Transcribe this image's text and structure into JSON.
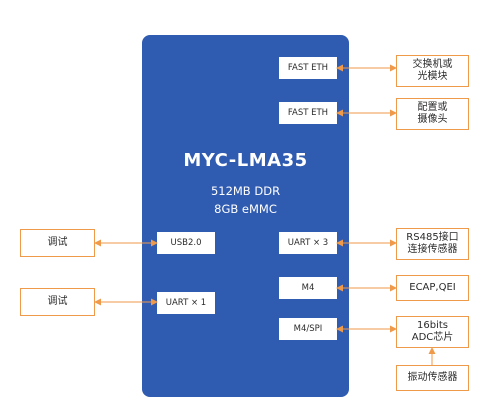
{
  "title": "MYC-LMA35",
  "specs": [
    "512MB DDR",
    "8GB eMMC"
  ],
  "internal_blocks": {
    "eth1": "FAST ETH",
    "eth2": "FAST ETH",
    "usb": "USB2.0",
    "uart3": "UART × 3",
    "uart1": "UART × 1",
    "m4": "M4",
    "m4spi": "M4/SPI"
  },
  "external_blocks": {
    "switch": "交换机或\n光模块",
    "config": "配置或\n摄像头",
    "rs485": "RS485接口\n连接传感器",
    "ecap": "ECAP,QEI",
    "adc": "16bits\nADC芯片",
    "vibration": "振动传感器",
    "debug_usb": "调试",
    "debug_uart": "调试"
  },
  "colors": {
    "board": "#2f5bb1",
    "accent": "#ef9a4a",
    "chip_bg": "#ffffff"
  }
}
